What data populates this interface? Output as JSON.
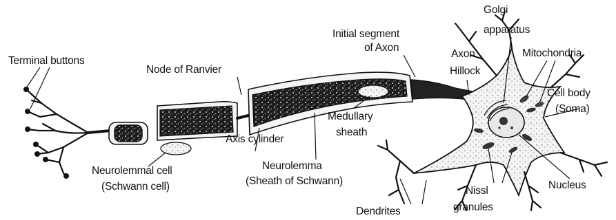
{
  "labels": {
    "terminal_buttons": "Terminal buttons",
    "node_of_ranvier": "Node of Ranvier",
    "initial_segment_1": "Initial segment",
    "initial_segment_2": "of Axon",
    "golgi_1": "Golgi",
    "golgi_2": "apparatus",
    "axon_hillock_1": "Axon",
    "axon_hillock_2": "Hillock",
    "mitochondria": "Mitochondria",
    "cell_body_1": "Cell body",
    "cell_body_2": "(Soma)",
    "medullary_1": "Medullary",
    "medullary_2": "sheath",
    "axis_cylinder": "Axis cylinder",
    "neurolemmal_1": "Neurolemmal cell",
    "neurolemmal_2": "(Schwann cell)",
    "neurolemma_1": "Neurolemma",
    "neurolemma_2": "(Sheath of Schwann)",
    "nucleus": "Nucleus",
    "nissl_1": "Nissl",
    "nissl_2": "granules",
    "dendrites": "Dendrites"
  },
  "colors": {
    "ink": "#111111",
    "background": "#ffffff",
    "sheath_fill": "#2a2a2a",
    "soma_fill": "#f2f2f2"
  }
}
